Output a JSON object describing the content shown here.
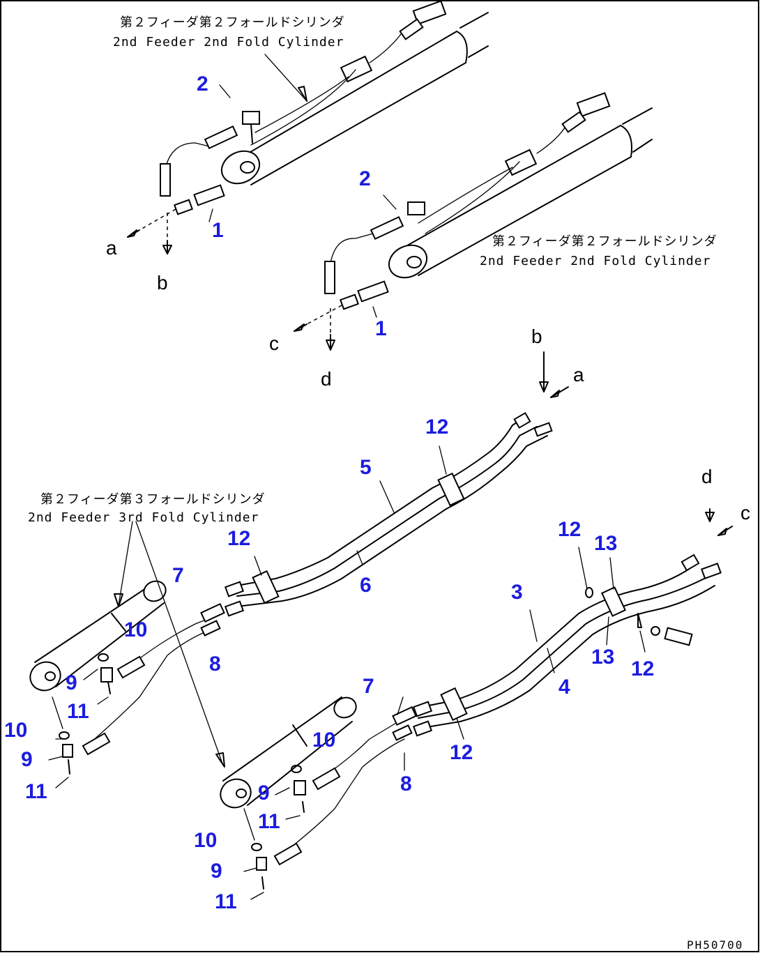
{
  "captions": {
    "cyl_top_jp": "第２フィーダ第２フォールドシリンダ",
    "cyl_top_en": "2nd Feeder 2nd Fold Cylinder",
    "cyl_mid_jp": "第２フィーダ第２フォールドシリンダ",
    "cyl_mid_en": "2nd Feeder 2nd Fold Cylinder",
    "cyl_low_jp": "第２フィーダ第３フォールドシリンダ",
    "cyl_low_en": "2nd Feeder 3rd Fold Cylinder"
  },
  "part_labels": {
    "p1": "1",
    "p2": "2",
    "p3": "3",
    "p4": "4",
    "p5": "5",
    "p6": "6",
    "p7": "7",
    "p8": "8",
    "p9": "9",
    "p10": "10",
    "p11": "11",
    "p12": "12",
    "p13": "13"
  },
  "connection_labels": {
    "a": "a",
    "b": "b",
    "c": "c",
    "d": "d"
  },
  "drawing_code": "PH50700",
  "colors": {
    "callout": "#1c1ce0",
    "line": "#000000",
    "background": "#ffffff"
  }
}
